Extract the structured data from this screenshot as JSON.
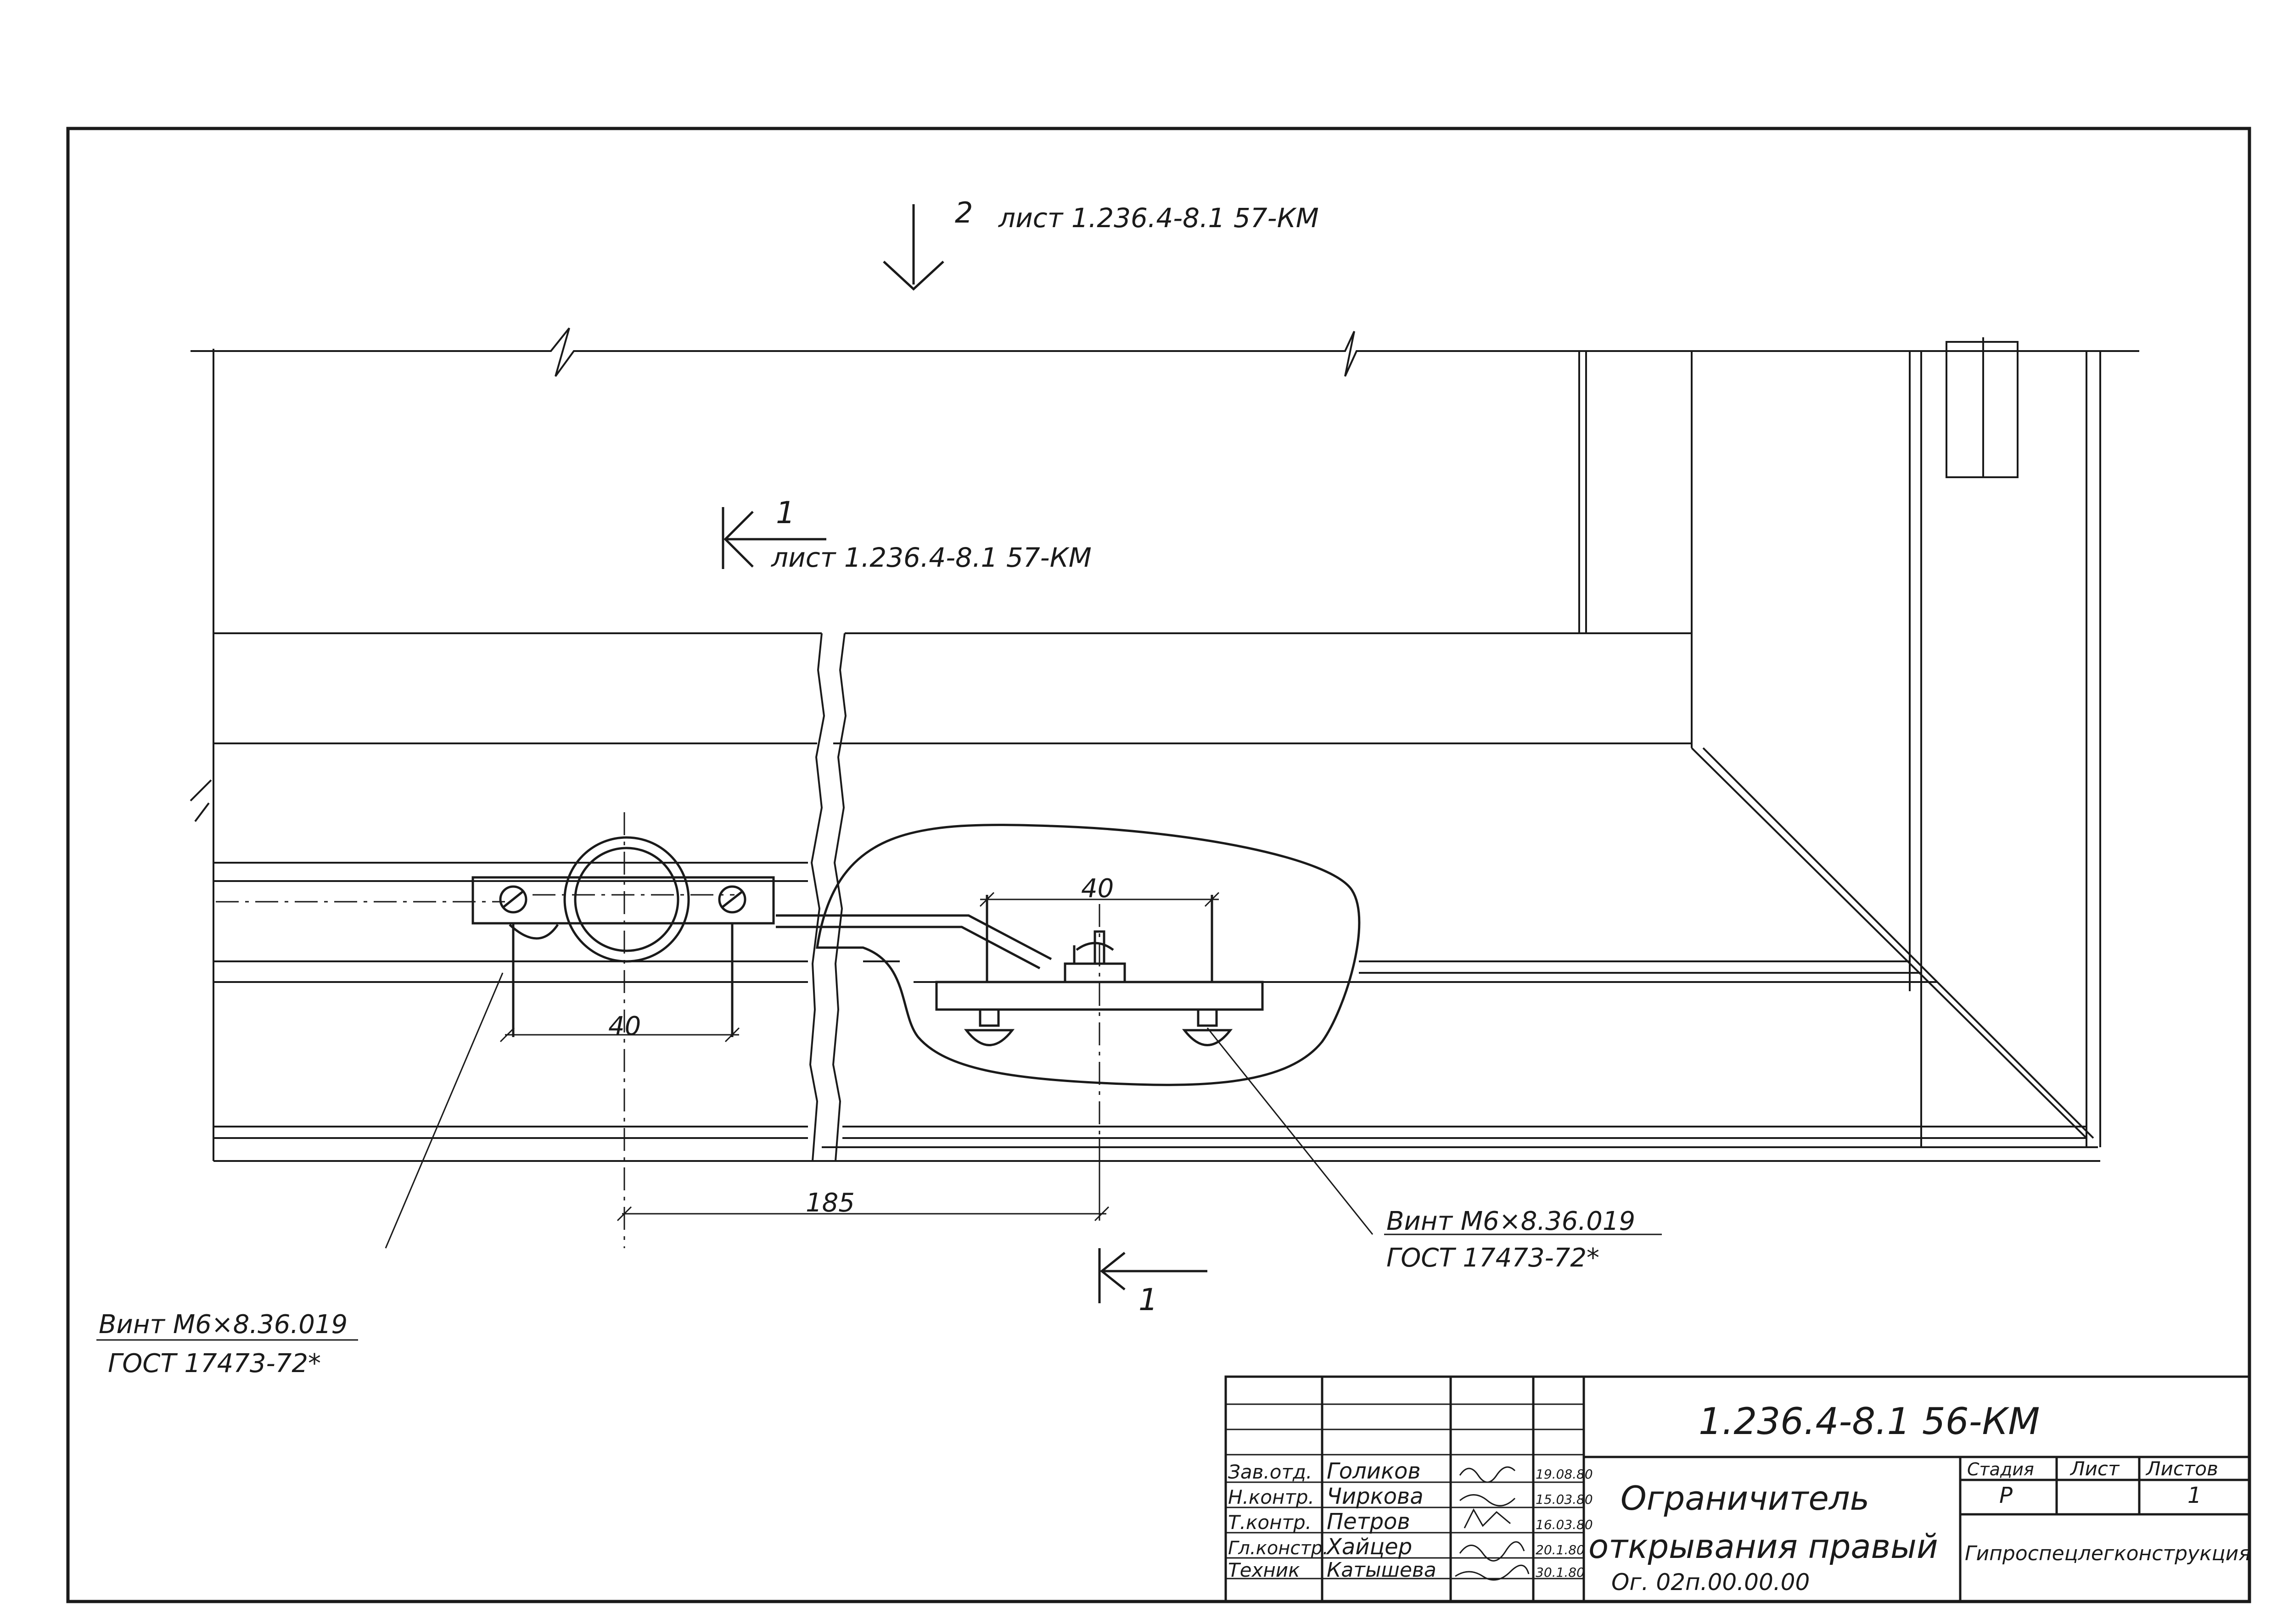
{
  "drawing": {
    "callout_top": {
      "num": "2",
      "ref": "лист 1.236.4-8.1 57-КМ"
    },
    "callout_section": {
      "num": "1",
      "ref": "лист 1.236.4-8.1 57-КМ"
    },
    "callout_bottom": {
      "num": "1"
    },
    "dim_left": "40",
    "dim_right": "40",
    "dim_bottom": "185",
    "screw_left": {
      "line1": "Винт М6×8.36.019",
      "line2": "ГОСТ 17473-72*"
    },
    "screw_right": {
      "line1": "Винт М6×8.36.019",
      "line2": "ГОСТ 17473-72*"
    }
  },
  "title_block": {
    "designation": "1.236.4-8.1   56-КМ",
    "title_line1": "Ограничитель",
    "title_line2": "открывания правый",
    "code": "Ог. 02п.00.00.00",
    "stage_header": "Стадия",
    "sheet_header": "Лист",
    "sheets_header": "Листов",
    "stage": "Р",
    "sheet": "",
    "sheets": "1",
    "organization": "Гипроспецлегконструкция",
    "roles": [
      "Зав.отд.",
      "Н.контр.",
      "Т.контр.",
      "Гл.констр.",
      "Техник"
    ],
    "names": [
      "Голиков",
      "Чиркова",
      "Петров",
      "Хайцер",
      "Катышева"
    ],
    "dates": [
      "19.08.80",
      "15.03.80",
      "16.03.80",
      "20.1.80",
      "30.1.80"
    ]
  }
}
